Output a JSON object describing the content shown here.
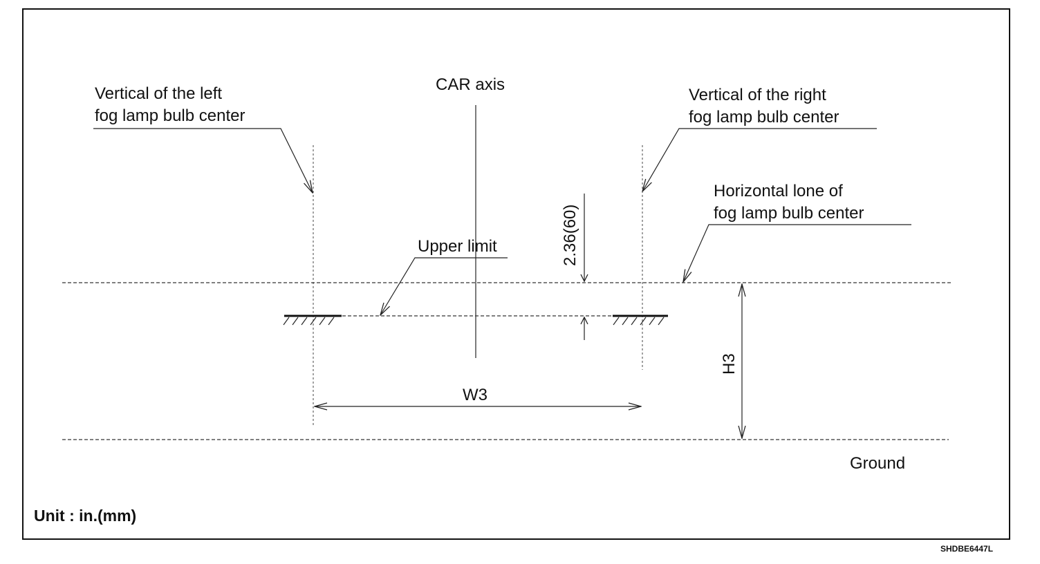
{
  "labels": {
    "car_axis": "CAR axis",
    "left_vertical_line1": "Vertical of the left",
    "left_vertical_line2": "fog lamp bulb center",
    "right_vertical_line1": "Vertical of the right",
    "right_vertical_line2": "fog lamp bulb center",
    "horizontal_line1": "Horizontal lone of",
    "horizontal_line2": "fog lamp bulb center",
    "upper_limit": "Upper limit",
    "offset_dimension": "2.36(60)",
    "width_dimension": "W3",
    "height_dimension": "H3",
    "ground": "Ground",
    "unit": "Unit : in.(mm)",
    "figure_code": "SHDBE6447L"
  }
}
